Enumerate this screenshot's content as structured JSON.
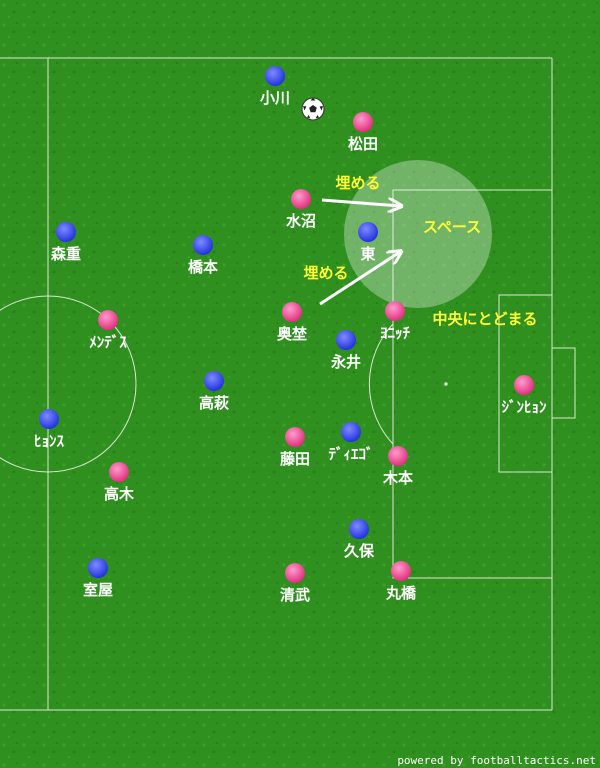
{
  "colors": {
    "home_team": "#3344ee",
    "away_team": "#ee4499",
    "annotation_text": "#ffff33",
    "pitch_lines": "#d8e8d0"
  },
  "home_players": [
    {
      "name": "小川"
    },
    {
      "name": "森重"
    },
    {
      "name": "橋本"
    },
    {
      "name": "東"
    },
    {
      "name": "永井"
    },
    {
      "name": "高萩"
    },
    {
      "name": "ﾋｮﾝｽ"
    },
    {
      "name": "ﾃﾞｨｴｺﾞ"
    },
    {
      "name": "久保"
    },
    {
      "name": "室屋"
    }
  ],
  "away_players": [
    {
      "name": "松田"
    },
    {
      "name": "水沼"
    },
    {
      "name": "ﾒﾝﾃﾞｽ"
    },
    {
      "name": "奥埜"
    },
    {
      "name": "ﾖﾆｯﾁ"
    },
    {
      "name": "ｼﾞﾝﾋｮﾝ"
    },
    {
      "name": "藤田"
    },
    {
      "name": "木本"
    },
    {
      "name": "高木"
    },
    {
      "name": "清武"
    },
    {
      "name": "丸橋"
    }
  ],
  "annotations": {
    "fill_label_top": "埋める",
    "fill_label_bottom": "埋める",
    "space_label": "スペース",
    "stay_center_label": "中央にとどまる"
  },
  "credit": "powered by footballtactics.net",
  "ball_icon": "soccer-ball-icon"
}
